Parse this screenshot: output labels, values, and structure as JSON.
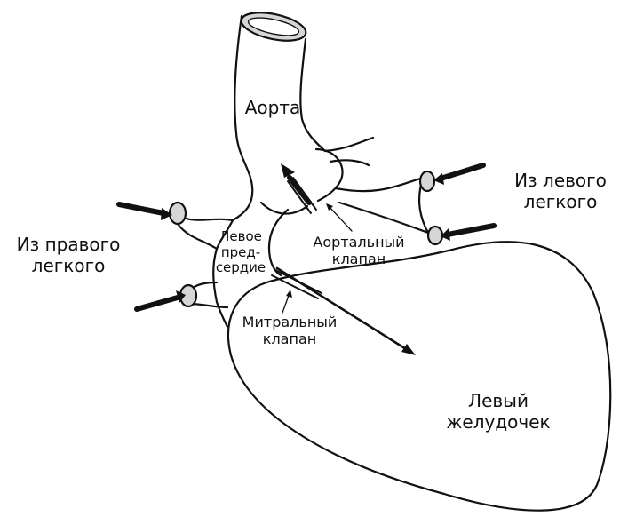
{
  "labels": {
    "aorta": "Аорта",
    "from_left_lung": "Из левого\nлегкого",
    "from_right_lung": "Из правого\nлегкого",
    "left_atrium": "Левое\nпред-\nсердие",
    "aortic_valve": "Аортальный\nклапан",
    "mitral_valve": "Митральный\nклапан",
    "left_ventricle": "Левый\nжелудочек"
  },
  "colors": {
    "ink": "#111111",
    "vessel_shade": "#d6d6d6",
    "background": "#ffffff"
  }
}
